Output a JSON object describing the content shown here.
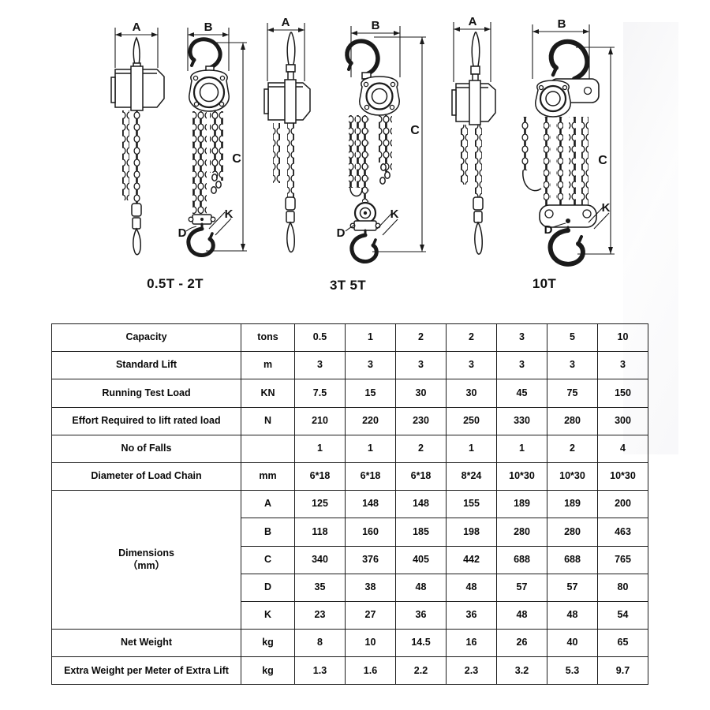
{
  "figures": [
    {
      "caption": "0.5T - 2T",
      "labels": {
        "A": "A",
        "B": "B",
        "C": "C",
        "D": "D",
        "K": "K"
      }
    },
    {
      "caption": "3T 5T",
      "labels": {
        "A": "A",
        "B": "B",
        "C": "C",
        "D": "D",
        "K": "K"
      }
    },
    {
      "caption": "10T",
      "labels": {
        "A": "A",
        "B": "B",
        "C": "C",
        "D": "D",
        "K": "K"
      }
    }
  ],
  "table": {
    "rows": [
      {
        "label": "Capacity",
        "unit": "tons",
        "values": [
          "0.5",
          "1",
          "2",
          "2",
          "3",
          "5",
          "10"
        ]
      },
      {
        "label": "Standard Lift",
        "unit": "m",
        "values": [
          "3",
          "3",
          "3",
          "3",
          "3",
          "3",
          "3"
        ]
      },
      {
        "label": "Running Test Load",
        "unit": "KN",
        "values": [
          "7.5",
          "15",
          "30",
          "30",
          "45",
          "75",
          "150"
        ]
      },
      {
        "label": "Effort Required to lift rated load",
        "unit": "N",
        "values": [
          "210",
          "220",
          "230",
          "250",
          "330",
          "280",
          "300"
        ]
      },
      {
        "label": "No of Falls",
        "unit": "",
        "values": [
          "1",
          "1",
          "2",
          "1",
          "1",
          "2",
          "4"
        ]
      },
      {
        "label": "Diameter of Load Chain",
        "unit": "mm",
        "values": [
          "6*18",
          "6*18",
          "6*18",
          "8*24",
          "10*30",
          "10*30",
          "10*30"
        ]
      },
      {
        "label": "Dimensions",
        "label2": "（mm）",
        "unit": "A",
        "values": [
          "125",
          "148",
          "148",
          "155",
          "189",
          "189",
          "200"
        ]
      },
      {
        "unit": "B",
        "values": [
          "118",
          "160",
          "185",
          "198",
          "280",
          "280",
          "463"
        ]
      },
      {
        "unit": "C",
        "values": [
          "340",
          "376",
          "405",
          "442",
          "688",
          "688",
          "765"
        ]
      },
      {
        "unit": "D",
        "values": [
          "35",
          "38",
          "48",
          "48",
          "57",
          "57",
          "80"
        ]
      },
      {
        "unit": "K",
        "values": [
          "23",
          "27",
          "36",
          "36",
          "48",
          "48",
          "54"
        ]
      },
      {
        "label": "Net Weight",
        "unit": "kg",
        "values": [
          "8",
          "10",
          "14.5",
          "16",
          "26",
          "40",
          "65"
        ]
      },
      {
        "label": "Extra Weight per Meter of Extra Lift",
        "unit": "kg",
        "values": [
          "1.3",
          "1.6",
          "2.2",
          "2.3",
          "3.2",
          "5.3",
          "9.7"
        ]
      }
    ]
  }
}
